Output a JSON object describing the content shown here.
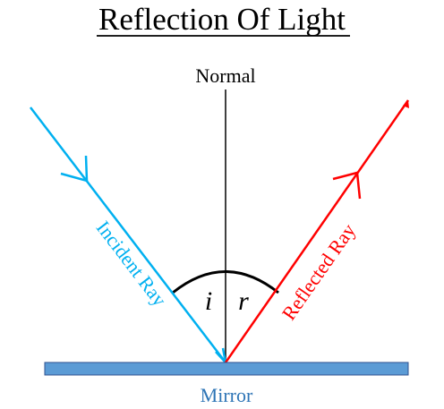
{
  "title": "Reflection Of Light",
  "normal_label": "Normal",
  "incident_label": "Incident Ray",
  "reflected_label": "Reflected Ray",
  "angle_incidence_label": "i",
  "angle_reflection_label": "r",
  "mirror_label": "Mirror",
  "colors": {
    "incident": "#00b0f0",
    "reflected": "#ff0000",
    "mirror_fill": "#5b9bd5",
    "mirror_text": "#2e75b6",
    "normal": "#000000"
  }
}
